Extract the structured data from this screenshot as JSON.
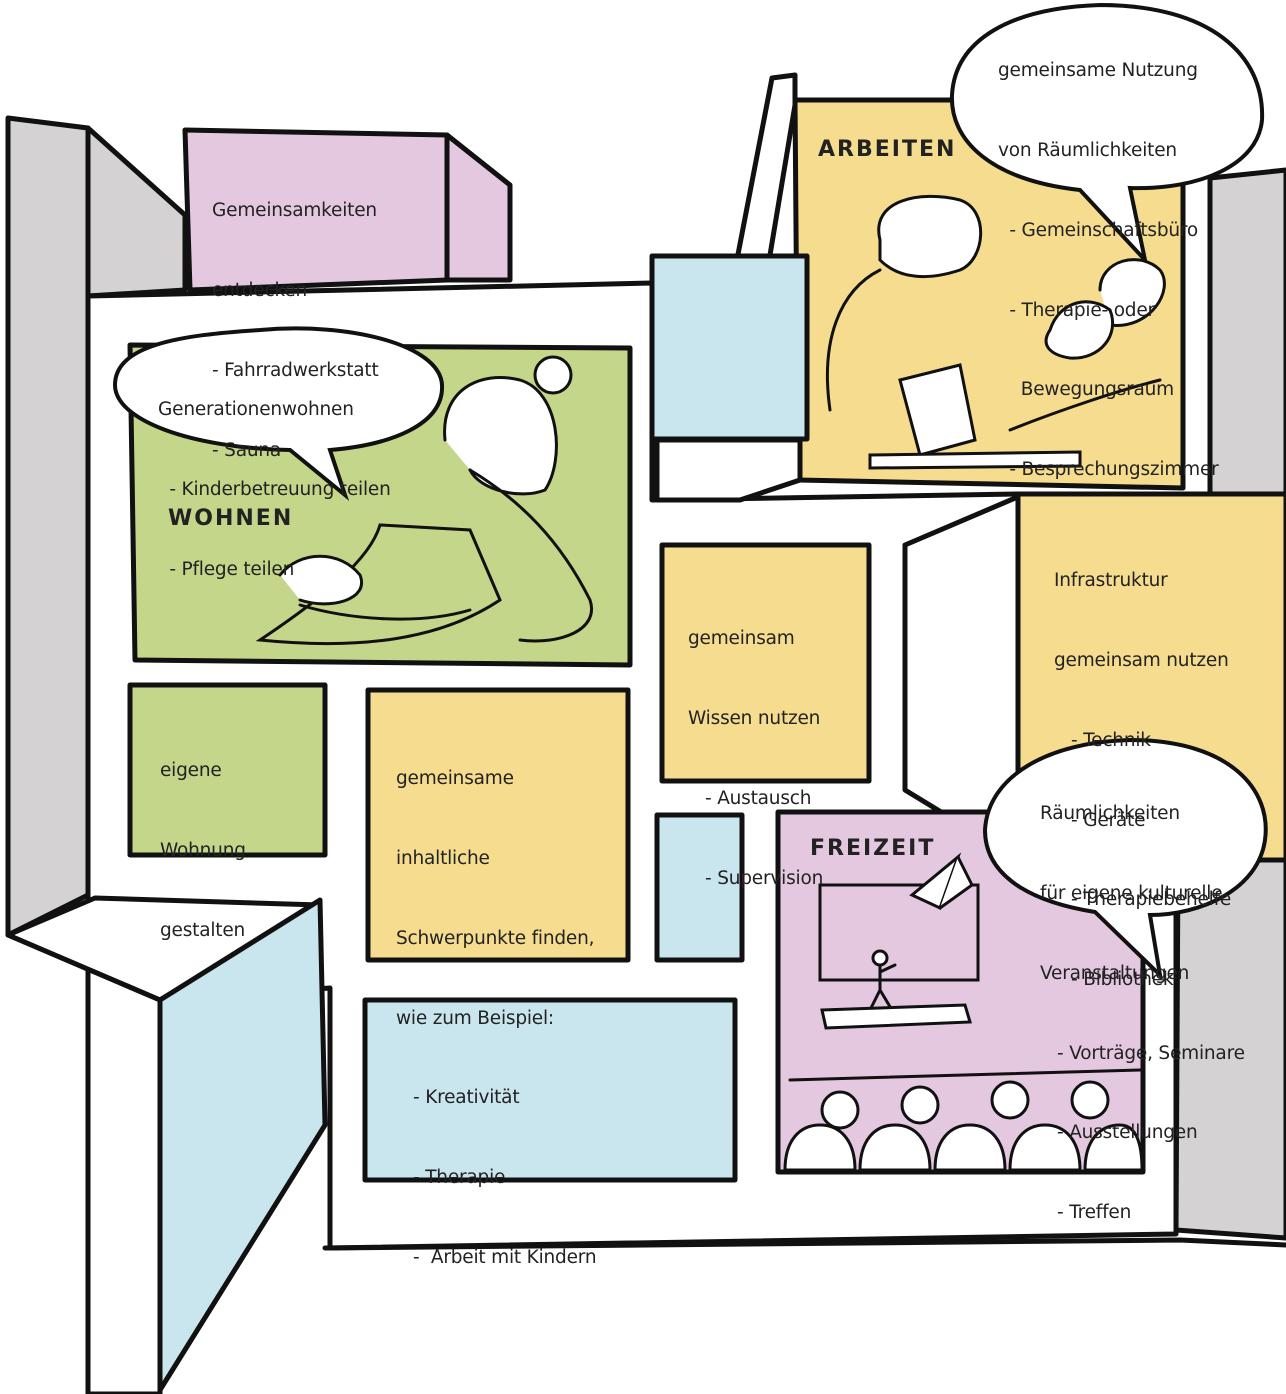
{
  "colors": {
    "outline": "#111111",
    "wall_grey": "#d4d2d2",
    "green": "#c4d68a",
    "pink": "#e4c8e0",
    "yellow": "#f6dc8e",
    "blue": "#c9e6ef",
    "white": "#ffffff"
  },
  "headings": {
    "wohnen": "WOHNEN",
    "arbeiten": "ARBEITEN",
    "freizeit": "FREIZEIT"
  },
  "boxes": {
    "gemeinsamkeiten": [
      "Gemeinsamkeiten",
      "entdecken",
      "- Fahrradwerkstatt",
      "- Sauna"
    ],
    "generationen": [
      "Generationenwohnen",
      "  - Kinderbetreuung teilen",
      "  - Pflege teilen"
    ],
    "nutzung": [
      "gemeinsame Nutzung",
      "von Räumlichkeiten",
      "  - Gemeinschaftsbüro",
      "  - Therapie- oder",
      "    Bewegungsraum",
      "  - Besprechungszimmer"
    ],
    "wissen": [
      "gemeinsam",
      "Wissen nutzen",
      "   - Austausch",
      "   - Supervision"
    ],
    "infrastruktur": [
      "Infrastruktur",
      "gemeinsam nutzen",
      "   - Technik",
      "   - Geräte",
      "   - Therapiebehelfe",
      "   - Bibliothek"
    ],
    "wohnung": [
      "eigene",
      "Wohnung",
      "gestalten"
    ],
    "schwerpunkte": [
      "gemeinsame",
      "inhaltliche",
      "Schwerpunkte finden,",
      "wie zum Beispiel:",
      "   - Kreativität",
      "   - Therapie",
      "   -  Arbeit mit Kindern"
    ],
    "kultur": [
      "Räumlichkeiten",
      "für eigene kulturelle",
      "Veranstaltungen",
      "   - Vorträge, Seminare",
      "   - Ausstellungen",
      "   - Treffen"
    ]
  }
}
